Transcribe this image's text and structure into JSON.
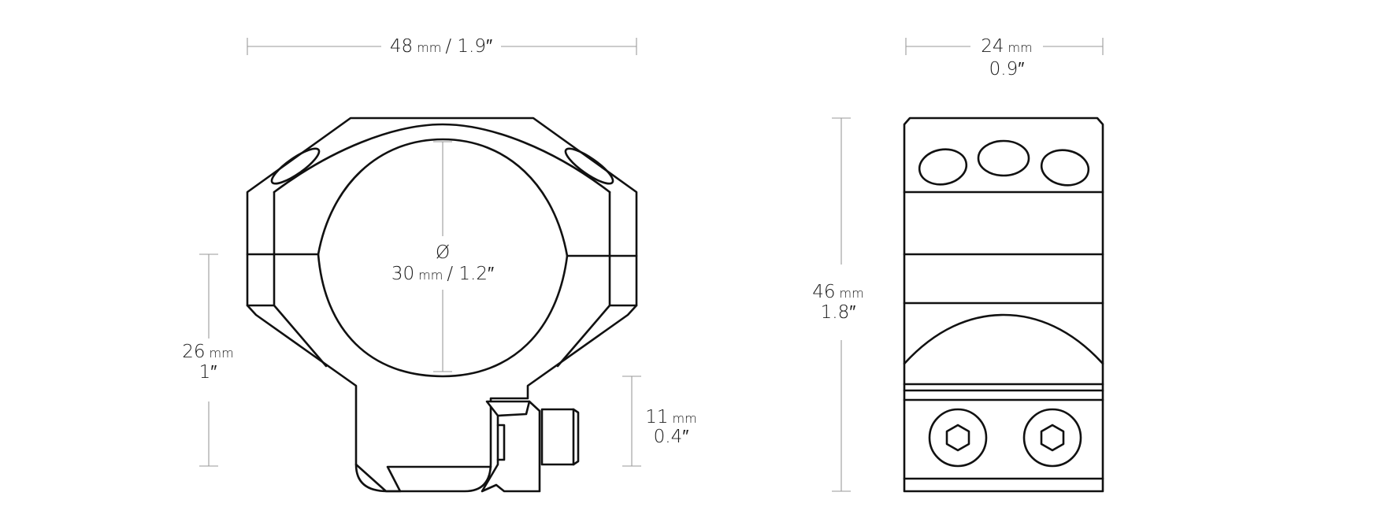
{
  "front_view": {
    "width": {
      "value": "48",
      "unit": "mm",
      "imperial": "/ 1.9″"
    },
    "bore": {
      "symbol": "Ø",
      "value": "30",
      "unit": "mm",
      "imperial": "/ 1.2″"
    },
    "height": {
      "value": "26",
      "unit": "mm",
      "imperial": "1″"
    },
    "clamp_height": {
      "value": "11",
      "unit": "mm",
      "imperial": "0.4″"
    }
  },
  "side_view": {
    "depth": {
      "value": "24",
      "unit": "mm",
      "imperial": "0.9″"
    },
    "total_height": {
      "value": "46",
      "unit": "mm",
      "imperial": "1.8″"
    }
  },
  "colors": {
    "line": "#111111",
    "dimension_line": "#9a9a9a",
    "background": "#ffffff"
  }
}
